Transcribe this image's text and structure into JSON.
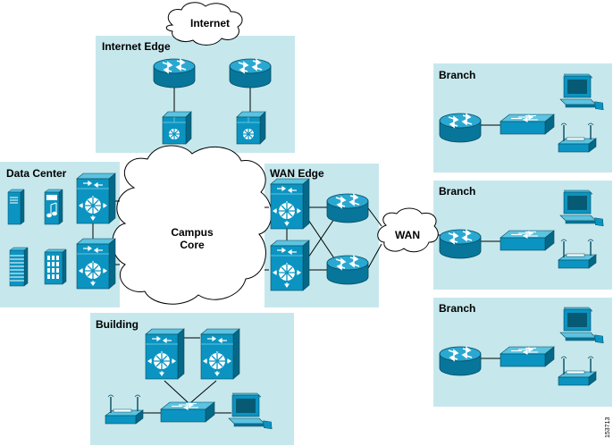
{
  "zones": {
    "internet_edge": "Internet Edge",
    "data_center": "Data Center",
    "wan_edge": "WAN Edge",
    "building": "Building",
    "branch_1": "Branch",
    "branch_2": "Branch",
    "branch_3": "Branch"
  },
  "clouds": {
    "internet": "Internet",
    "campus_line1": "Campus",
    "campus_line2": "Core",
    "wan": "WAN"
  },
  "figure_id": "153713",
  "colors": {
    "zone_fill": "#c6e8ed",
    "device_blue": "#0b94c1",
    "device_dark": "#08769a",
    "device_light": "#5cc3e0",
    "link": "#000000"
  },
  "icons": [
    "router-icon",
    "firewall-icon",
    "multilayer-switch-icon",
    "workgroup-switch-icon",
    "server-icon",
    "wireless-ap-icon",
    "workstation-icon",
    "cloud-icon"
  ]
}
